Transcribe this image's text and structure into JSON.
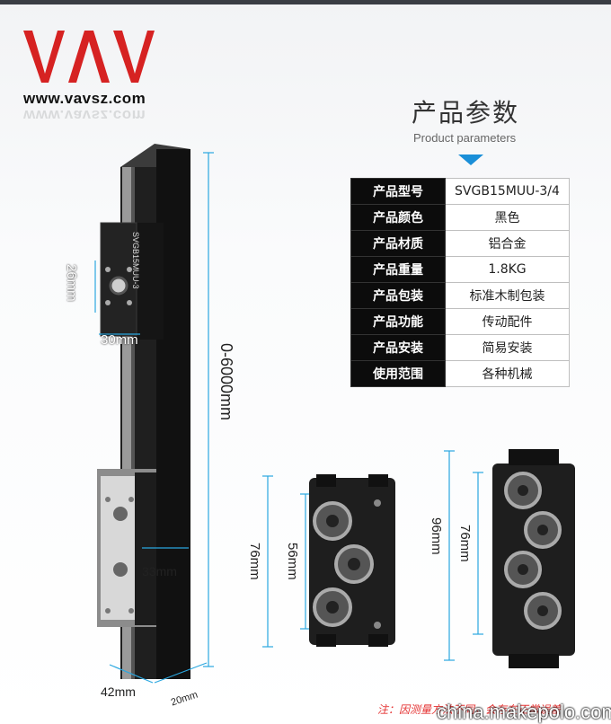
{
  "brand": {
    "logo_text": "VAV",
    "url": "www.vavsz.com",
    "logo_color": "#d62222"
  },
  "header": {
    "title_cn": "产品参数",
    "title_en": "Product parameters",
    "accent": "#1a8fd8"
  },
  "specs": [
    {
      "key": "产品型号",
      "value": "SVGB15MUU-3/4"
    },
    {
      "key": "产品颜色",
      "value": "黑色"
    },
    {
      "key": "产品材质",
      "value": "铝合金"
    },
    {
      "key": "产品重量",
      "value": "1.8KG"
    },
    {
      "key": "产品包装",
      "value": "标准木制包装"
    },
    {
      "key": "产品功能",
      "value": "传动配件"
    },
    {
      "key": "产品安装",
      "value": "简易安装"
    },
    {
      "key": "使用范围",
      "value": "各种机械"
    }
  ],
  "dimensions": {
    "rail_length": "0-6000mm",
    "block_height_small": "26mm",
    "block_width": "30mm",
    "offset": "33mm",
    "rail_width": "42mm",
    "rail_depth": "20mm",
    "mid_outer": "76mm",
    "mid_inner": "56mm",
    "right_outer": "96mm",
    "right_inner": "76mm"
  },
  "block_label": "SVGB15MUU-3",
  "footer_note": "注：因测量方法不同，会存在正常误差",
  "watermark": "china.makepolo.com"
}
